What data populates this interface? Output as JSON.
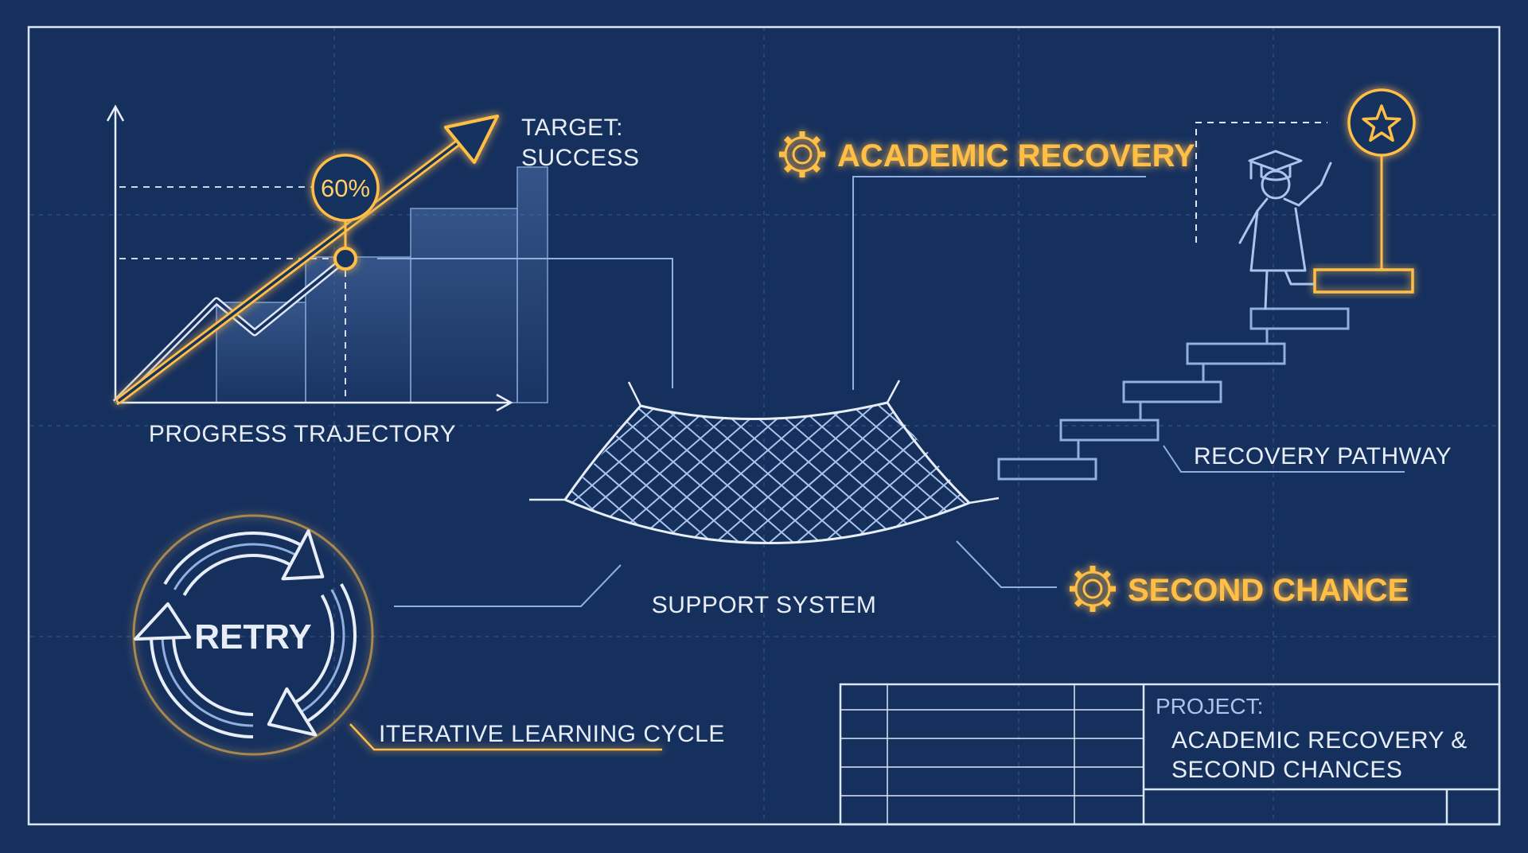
{
  "progress": {
    "axis_label": "PROGRESS TRAJECTORY",
    "target_line1": "TARGET:",
    "target_line2": "SUCCESS",
    "milestone": "60%"
  },
  "headlines": {
    "academic_recovery": "ACADEMIC RECOVERY",
    "second_chance": "SECOND CHANCE"
  },
  "labels": {
    "support_system": "SUPPORT SYSTEM",
    "recovery_pathway": "RECOVERY PATHWAY",
    "iterative_cycle": "ITERATIVE LEARNING CYCLE",
    "retry": "RETRY"
  },
  "title_block": {
    "project_label": "PROJECT:",
    "project_line1": "ACADEMIC RECOVERY &",
    "project_line2": "SECOND CHANCES"
  },
  "colors": {
    "background": "#16305e",
    "line": "#c9d8f2",
    "accent": "#ffbf47"
  },
  "icons": [
    "gear-icon",
    "star-icon",
    "graduate-icon",
    "cycle-arrows-icon",
    "safety-net-icon"
  ]
}
